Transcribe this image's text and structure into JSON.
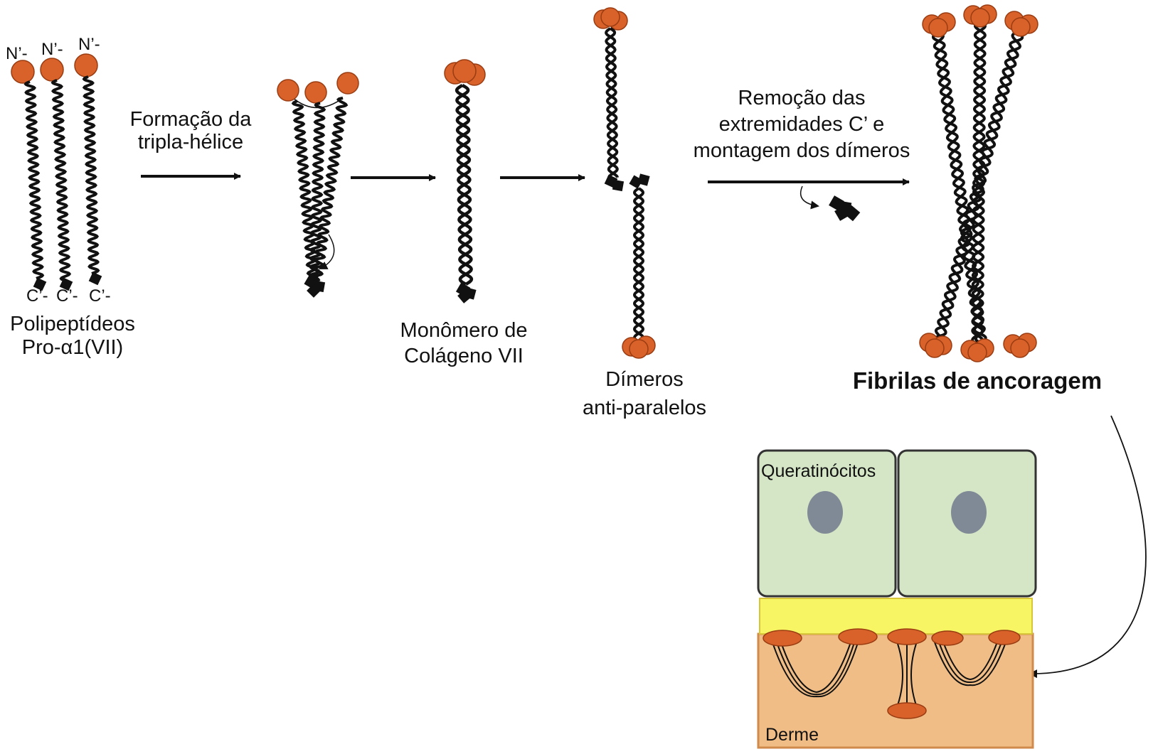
{
  "labels": {
    "n_term": "N’-",
    "c_term": "C’-",
    "polypeptides_line1": "Polipeptídeos",
    "polypeptides_line2": "Pro-α1(VII)",
    "triple_helix_line1": "Formação da",
    "triple_helix_line2": "tripla-hélice",
    "monomer_line1": "Monômero de",
    "monomer_line2": "Colágeno VII",
    "dimers_line1": "Dímeros",
    "dimers_line2": "anti-paralelos",
    "removal_line1": "Remoção das",
    "removal_line2": "extremidades C’ e",
    "removal_line3": "montagem dos dímeros",
    "fibrils": "Fibrilas de ancoragem",
    "keratinocytes": "Queratinócitos",
    "dermis": "Derme"
  },
  "colors": {
    "globule": "#d8622a",
    "globule_edge": "#9a3c12",
    "cell_fill": "#d4e6c6",
    "nucleus": "#808a96",
    "basement": "#f7f563",
    "dermis": "#f0bd86",
    "dermis_edge": "#d08a4c",
    "strand": "#111111"
  }
}
